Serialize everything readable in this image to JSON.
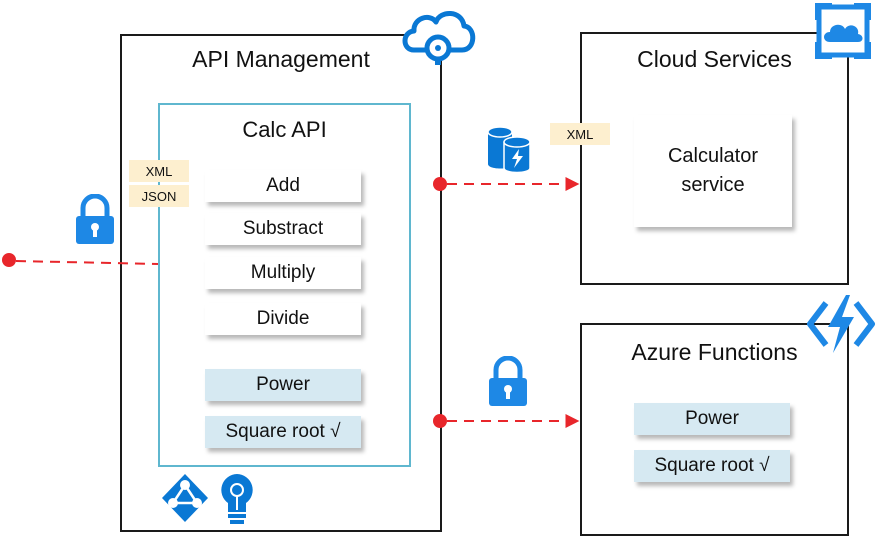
{
  "apim": {
    "title": "API Management"
  },
  "calc": {
    "title": "Calc API",
    "formats": [
      "XML",
      "JSON"
    ],
    "operations": [
      "Add",
      "Substract",
      "Multiply",
      "Divide"
    ],
    "function_operations": [
      "Power",
      "Square root √"
    ]
  },
  "cloud": {
    "title": "Cloud Services",
    "format": "XML",
    "service_line1": "Calculator",
    "service_line2": "service"
  },
  "functions": {
    "title": "Azure Functions",
    "operations": [
      "Power",
      "Square root √"
    ]
  },
  "icons": [
    "cloud-api-icon",
    "lock-icon",
    "cache-db-icon",
    "cloud-services-icon",
    "azure-functions-icon",
    "active-directory-icon",
    "insights-bulb-icon"
  ],
  "colors": {
    "arrow": "#e8262b",
    "accent_blue": "#0a78d4",
    "inner_border": "#5fb7cf",
    "tag_bg": "#fdefcf",
    "op_blue": "#d6e9f2"
  }
}
